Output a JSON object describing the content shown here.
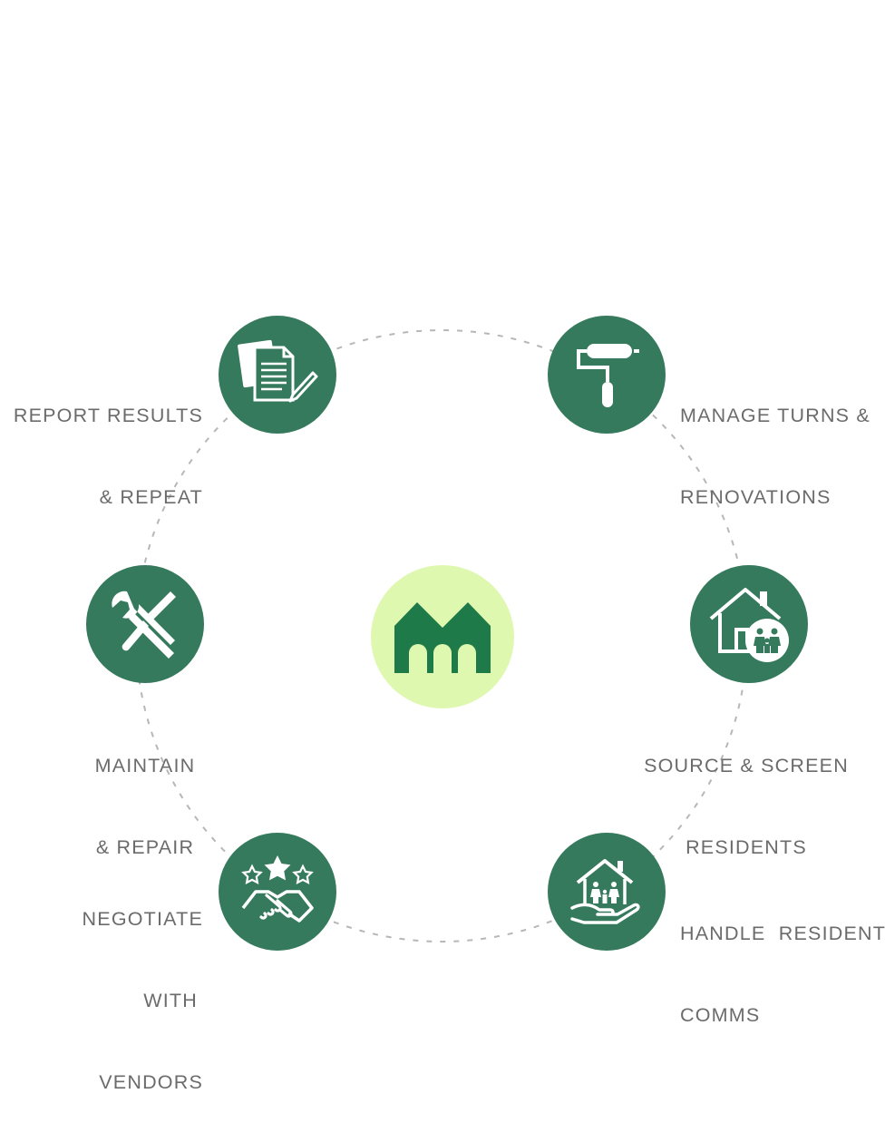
{
  "colors": {
    "node_fill": "#357a5c",
    "center_fill": "#dff8b0",
    "logo_fill": "#1f7a4a",
    "ring_stroke": "#b7b7b7",
    "label_text": "#6b6b6b"
  },
  "center": {
    "icon": "home-logo-icon"
  },
  "steps": [
    {
      "id": "report",
      "icon": "documents-pencil-icon",
      "lines": [
        "REPORT RESULTS",
        "& REPEAT"
      ]
    },
    {
      "id": "manage",
      "icon": "paint-roller-icon",
      "lines": [
        "MANAGE TURNS &",
        "RENOVATIONS"
      ]
    },
    {
      "id": "source",
      "icon": "house-family-icon",
      "lines": [
        "SOURCE & SCREEN",
        "RESIDENTS"
      ]
    },
    {
      "id": "handle",
      "icon": "hand-house-family-icon",
      "lines": [
        "HANDLE  RESIDENT",
        "COMMS"
      ]
    },
    {
      "id": "negotiate",
      "icon": "handshake-stars-icon",
      "lines": [
        "NEGOTIATE",
        "WITH",
        "VENDORS"
      ]
    },
    {
      "id": "maintain",
      "icon": "wrench-screwdriver-icon",
      "lines": [
        "MAINTAIN",
        "& REPAIR"
      ]
    }
  ]
}
